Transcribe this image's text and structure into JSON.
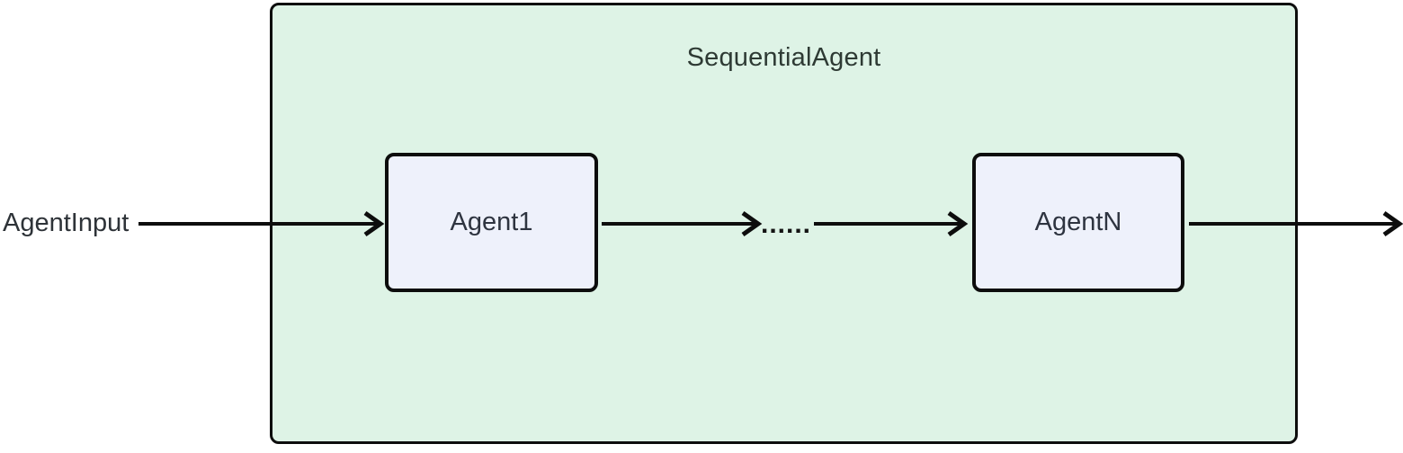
{
  "diagram": {
    "type": "flowchart",
    "container_label": "SequentialAgent",
    "input_label": "AgentInput",
    "ellipsis": "......",
    "nodes": [
      {
        "label": "Agent1"
      },
      {
        "label": "AgentN"
      }
    ],
    "edges": [
      {
        "from": "AgentInput",
        "to": "Agent1"
      },
      {
        "from": "Agent1",
        "to": "......"
      },
      {
        "from": "......",
        "to": "AgentN"
      },
      {
        "from": "AgentN",
        "to": ""
      }
    ],
    "colors": {
      "container_fill": "#def3e6",
      "node_fill": "#eef1fb",
      "stroke": "#0d0d0d",
      "container_text": "#2e3a34",
      "node_text": "#2e3440",
      "label_text": "#2e3338"
    }
  }
}
